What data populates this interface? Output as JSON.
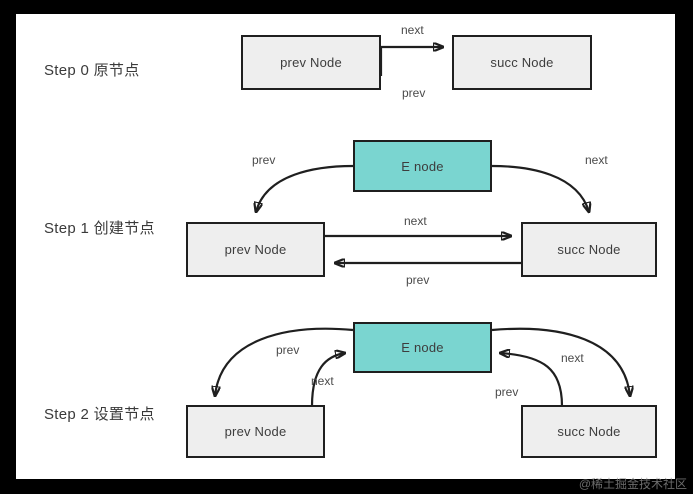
{
  "diagram": {
    "title": "LinkedList node insertion steps",
    "colors": {
      "frame": "#000000",
      "canvas": "#ffffff",
      "node_gray_fill": "#eeeeee",
      "node_teal_fill": "#7ad5d0",
      "node_border": "#1f1f1f",
      "arrow": "#1f1f1f",
      "text": "#3d3d3d"
    },
    "steps": [
      {
        "id": "step-0",
        "label": "Step 0 原节点",
        "nodes": [
          {
            "id": "prev",
            "text": "prev Node",
            "style": "gray"
          },
          {
            "id": "succ",
            "text": "succ Node",
            "style": "gray"
          }
        ],
        "edges": [
          {
            "id": "prev-next-succ",
            "label": "next",
            "from": "prev",
            "to": "succ"
          },
          {
            "id": "succ-prev-prev",
            "label": "prev",
            "from": "succ",
            "to": "prev"
          }
        ]
      },
      {
        "id": "step-1",
        "label": "Step 1 创建节点",
        "nodes": [
          {
            "id": "enode",
            "text": "E node",
            "style": "teal"
          },
          {
            "id": "prev",
            "text": "prev Node",
            "style": "gray"
          },
          {
            "id": "succ",
            "text": "succ Node",
            "style": "gray"
          }
        ],
        "edges": [
          {
            "id": "enode-prev",
            "label": "prev",
            "from": "enode",
            "to": "prev"
          },
          {
            "id": "enode-next",
            "label": "next",
            "from": "enode",
            "to": "succ"
          },
          {
            "id": "prev-next-succ",
            "label": "next",
            "from": "prev",
            "to": "succ"
          },
          {
            "id": "succ-prev-prev",
            "label": "prev",
            "from": "succ",
            "to": "prev"
          }
        ]
      },
      {
        "id": "step-2",
        "label": "Step 2 设置节点",
        "nodes": [
          {
            "id": "enode",
            "text": "E node",
            "style": "teal"
          },
          {
            "id": "prev",
            "text": "prev Node",
            "style": "gray"
          },
          {
            "id": "succ",
            "text": "succ Node",
            "style": "gray"
          }
        ],
        "edges": [
          {
            "id": "enode-prev",
            "label": "prev",
            "from": "enode",
            "to": "prev"
          },
          {
            "id": "prev-next-enode",
            "label": "next",
            "from": "prev",
            "to": "enode"
          },
          {
            "id": "enode-next-succ",
            "label": "next",
            "from": "enode",
            "to": "succ"
          },
          {
            "id": "succ-prev-enode",
            "label": "prev",
            "from": "succ",
            "to": "enode"
          }
        ]
      }
    ],
    "watermark": "@稀土掘金技术社区"
  }
}
